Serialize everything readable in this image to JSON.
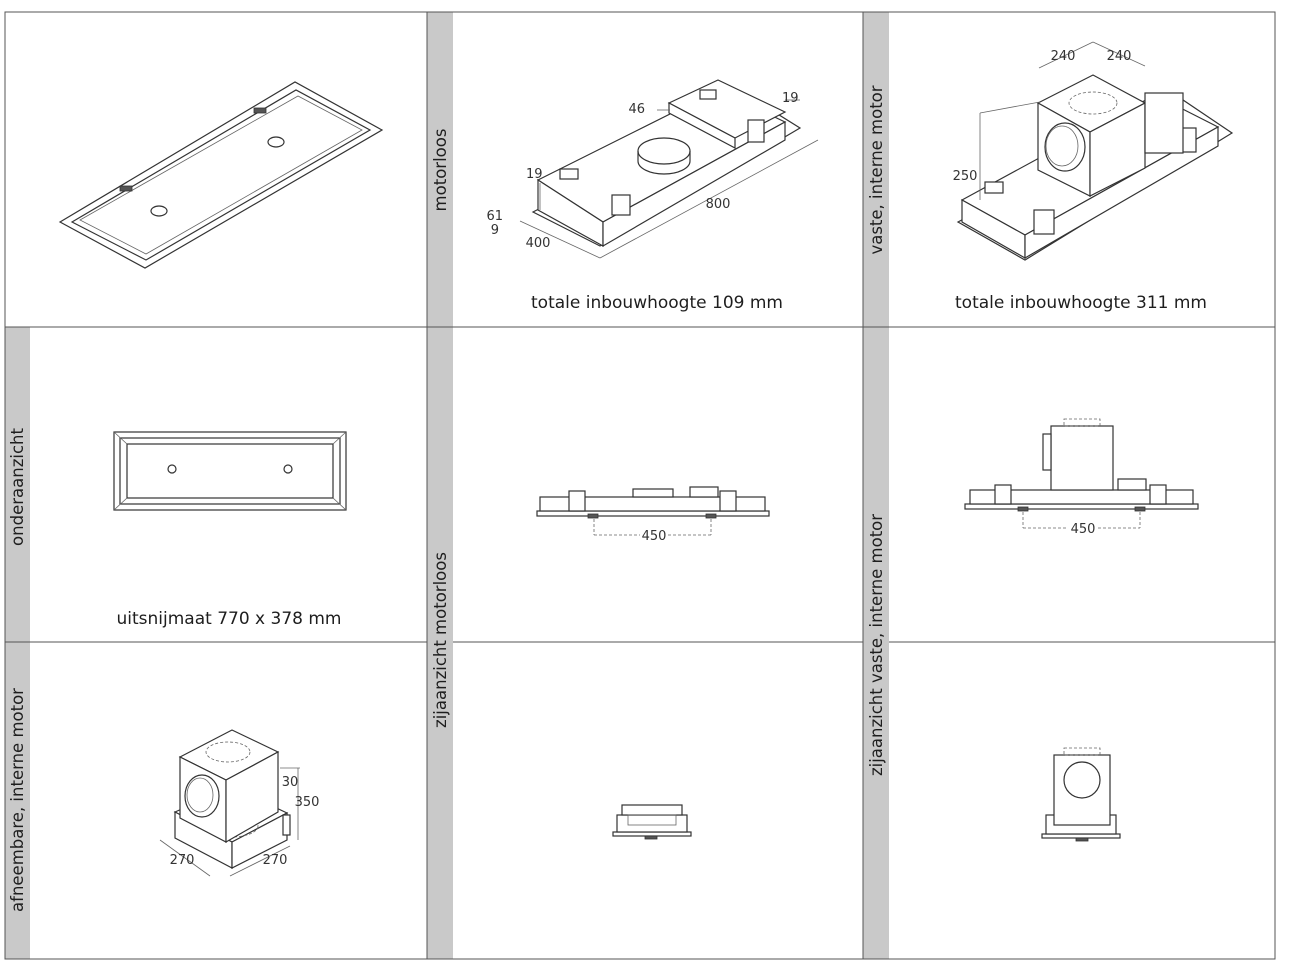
{
  "captions": {
    "motorless_height": "totale inbouwhoogte 109 mm",
    "fixed_height": "totale inbouwhoogte 311 mm",
    "cutout": "uitsnijmaat 770 x 378 mm"
  },
  "labels": {
    "motorless": "motorloos",
    "fixed_motor": "vaste, interne motor",
    "bottom_view": "onderaanzicht",
    "side_motorless": "zijaanzicht motorloos",
    "side_fixed": "zijaanzicht vaste, interne motor",
    "removable_motor": "afneembare, interne motor"
  },
  "dimensions": {
    "d46": "46",
    "d19a": "19",
    "d19b": "19",
    "d61": "61",
    "d9": "9",
    "d400": "400",
    "d800": "800",
    "d240a": "240",
    "d240b": "240",
    "d250": "250",
    "d450a": "450",
    "d450b": "450",
    "d30": "30",
    "d350": "350",
    "d270a": "270",
    "d270b": "270"
  }
}
